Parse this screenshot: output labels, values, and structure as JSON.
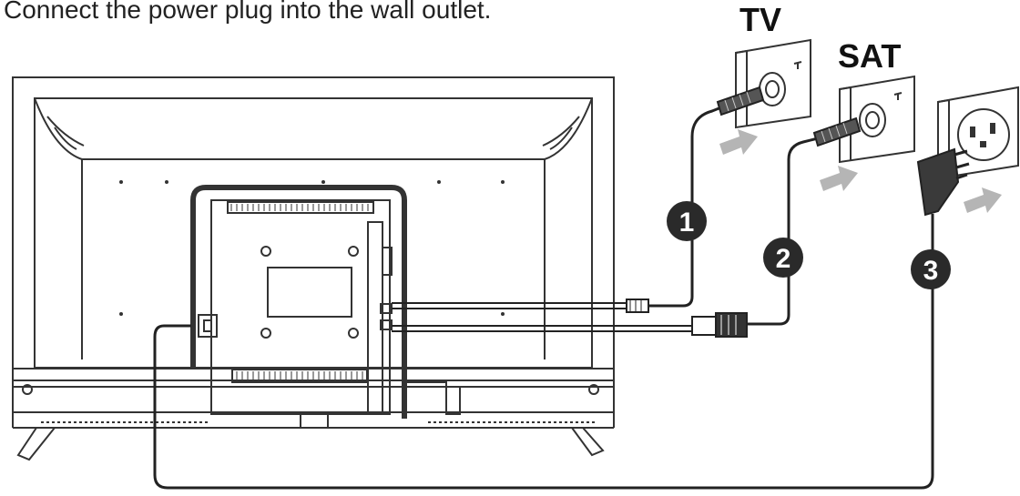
{
  "instruction": "Connect the power plug into the wall outlet.",
  "outlets": {
    "tv_label": "TV",
    "sat_label": "SAT"
  },
  "steps": [
    {
      "number": "1"
    },
    {
      "number": "2"
    },
    {
      "number": "3"
    }
  ],
  "colors": {
    "line": "#333333",
    "cable": "#222222",
    "arrow": "#b5b5b5",
    "badge": "#2a2a2a",
    "badge_text": "#ffffff"
  }
}
